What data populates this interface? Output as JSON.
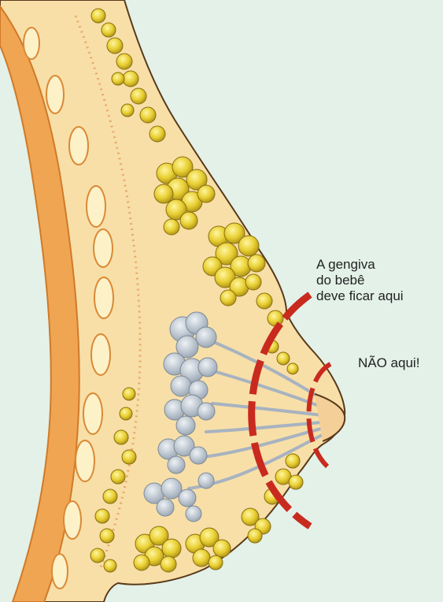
{
  "labels": {
    "correct_line1": "A gengiva",
    "correct_line2": "do bebê",
    "correct_line3": "deve ficar aqui",
    "wrong": "NÃO aqui!"
  },
  "colors": {
    "background": "#e3f1e9",
    "skin": "#f8dfa8",
    "outline": "#5a3a1a",
    "muscle": "#f0a552",
    "fat": "#e6cf3a",
    "glands": "#b9c4cf",
    "marker": "#c92a1e"
  }
}
